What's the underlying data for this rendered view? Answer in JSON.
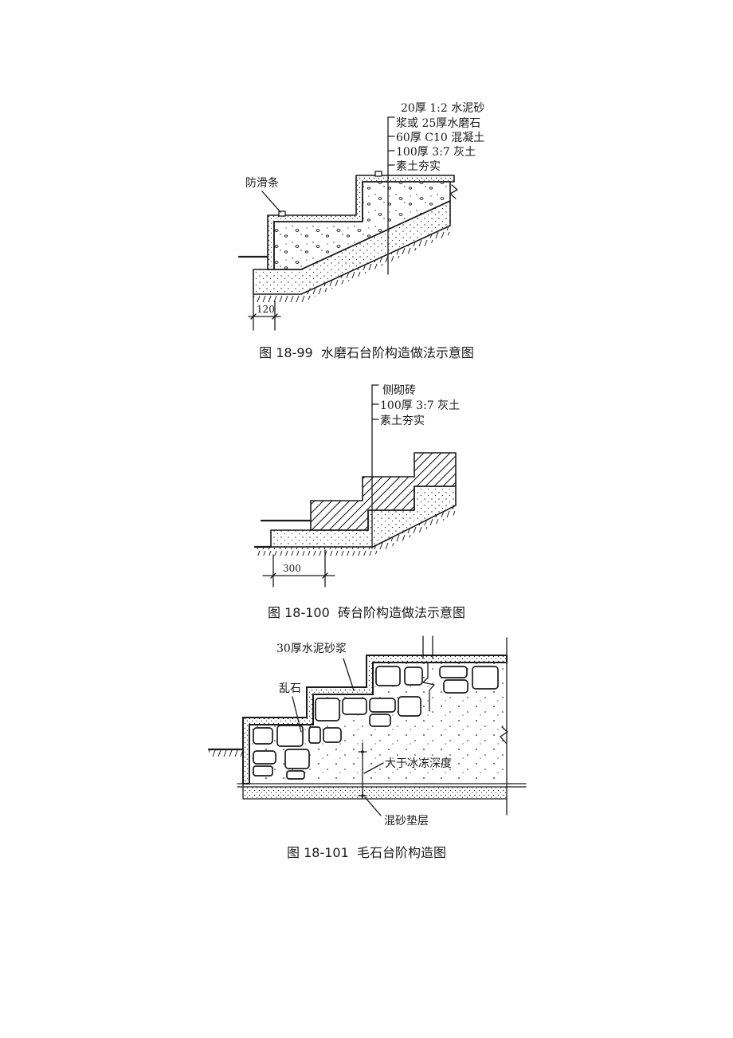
{
  "figures": {
    "terrazzo": {
      "layers": [
        "20厚 1:2 水泥砂",
        "浆或 25厚水磨石",
        "60厚 C10 混凝土",
        "100厚 3:7 灰土",
        "素土夯实"
      ],
      "anti_slip_label": "防滑条",
      "dimension": "120",
      "caption": "图 18-99  水磨石台阶构造做法示意图"
    },
    "brick": {
      "layers": [
        "侧砌砖",
        "100厚 3:7 灰土",
        "素土夯实"
      ],
      "dimension": "300",
      "caption": "图 18-100  砖台阶构造做法示意图"
    },
    "rubble": {
      "mortar_label": "30厚水泥砂浆",
      "stone_label": "乱石",
      "depth_label": "大于冰冻深度",
      "cushion_label": "混砂垫层",
      "caption": "图 18-101  毛石台阶构造图"
    }
  },
  "colors": {
    "ink": "#1a1a1a",
    "paper": "#ffffff"
  }
}
